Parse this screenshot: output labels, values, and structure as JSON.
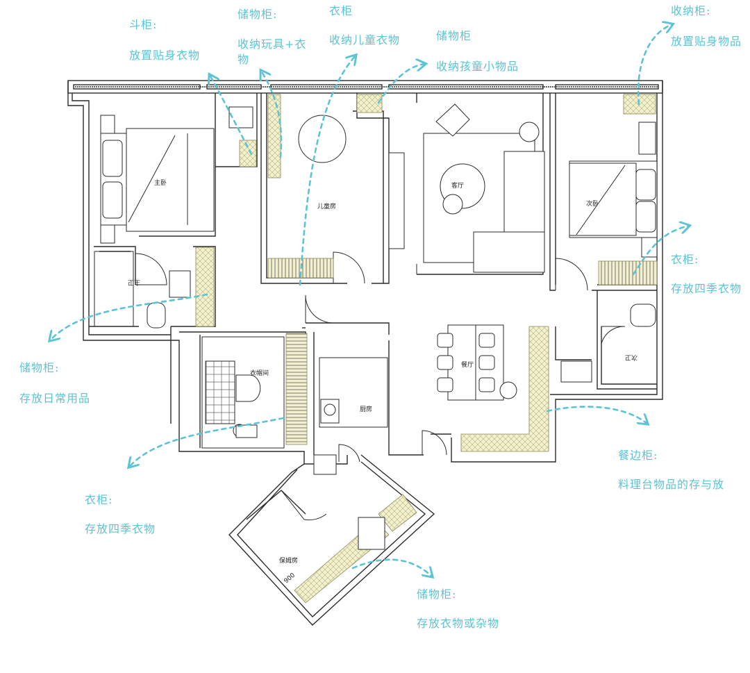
{
  "colors": {
    "annotation": "#5cc3d4",
    "wall": "#2a2a2a",
    "cabinet_fill": "#f3f0cf"
  },
  "rooms": {
    "master": "主卧",
    "kids": "儿童房",
    "living": "客厅",
    "second": "次卧",
    "master_bath": "主卫",
    "cloakroom": "衣帽间",
    "kitchen": "厨房",
    "dining": "餐厅",
    "second_bath": "次卫",
    "nanny": "保姆房",
    "nanny_note": "900"
  },
  "annotations": {
    "a1": {
      "title": "斗柜:",
      "desc": "放置贴身衣物"
    },
    "a2": {
      "title": "储物柜:",
      "desc": "收纳玩具+衣",
      "desc2": "物"
    },
    "a3": {
      "title": "衣柜",
      "desc": "收纳儿童衣物"
    },
    "a4": {
      "title": "储物柜",
      "desc": "收纳孩童小物品"
    },
    "a5": {
      "title": "收纳柜:",
      "desc": "放置贴身物品"
    },
    "a6": {
      "title": "衣柜:",
      "desc": "存放四季衣物"
    },
    "a7": {
      "title": "储物柜:",
      "desc": "存放日常用品"
    },
    "a8": {
      "title": "餐边柜:",
      "desc": "料理台物品的存与放"
    },
    "a9": {
      "title": "衣柜:",
      "desc": "存放四季衣物"
    },
    "a10": {
      "title": "储物柜:",
      "desc": "存放衣物或杂物"
    }
  }
}
